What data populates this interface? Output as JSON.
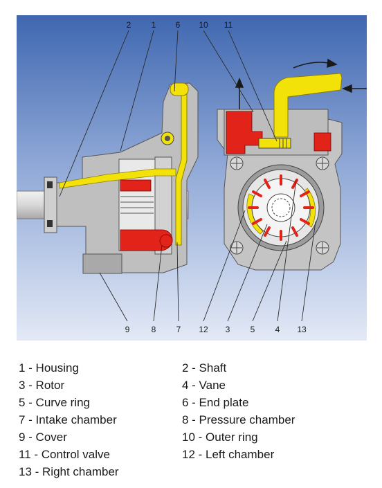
{
  "callouts": [
    "2",
    "1",
    "6",
    "10",
    "11",
    "9",
    "8",
    "7",
    "12",
    "3",
    "5",
    "4",
    "13"
  ],
  "legend": [
    "1 - Housing",
    "2 - Shaft",
    "3 - Rotor",
    "4 - Vane",
    "5 - Curve ring",
    "6 - End plate",
    "7 - Intake chamber",
    "8 - Pressure chamber",
    "9 - Cover",
    "10 - Outer ring",
    "11 - Control valve",
    "12 - Left chamber",
    "13 - Right chamber"
  ],
  "colors": {
    "background_top": "#3f67b0",
    "background_bottom": "#e3e9f6",
    "housing": "#bfbfbf",
    "oil_intake": "#f2e20a",
    "oil_pressure": "#e2231a",
    "text": "#1a1a1a"
  }
}
